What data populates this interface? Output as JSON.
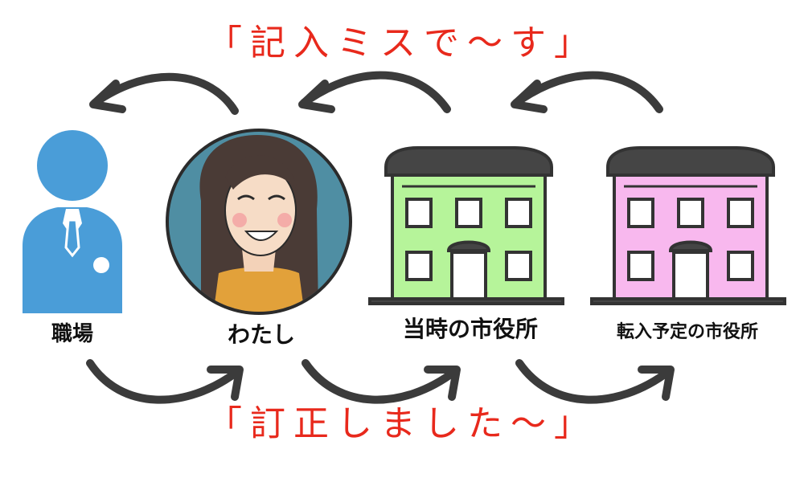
{
  "captions": {
    "top": "「記入ミスで～す」",
    "bottom": "「訂正しました～」"
  },
  "nodes": {
    "workplace": {
      "label": "職場",
      "icon": "businessman-icon",
      "color": "#4a9dd8"
    },
    "me": {
      "label": "わたし",
      "icon": "woman-avatar",
      "color": "#4f8ea3"
    },
    "former_city_hall": {
      "label": "当時の市役所",
      "icon": "building-icon",
      "color": "#b6f49a"
    },
    "new_city_hall": {
      "label": "転入予定の市役所",
      "icon": "building-icon",
      "color": "#f8b8ee"
    }
  },
  "colors": {
    "arrow": "#3b3b3b",
    "caption": "#e8291c",
    "outline": "#333333"
  }
}
